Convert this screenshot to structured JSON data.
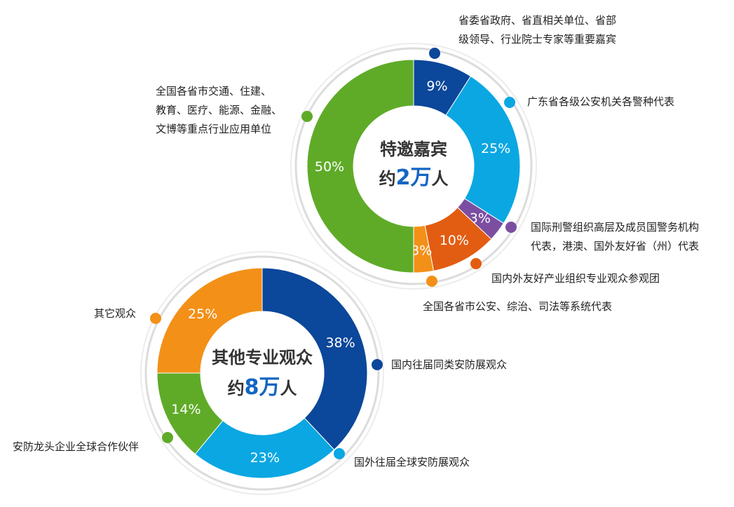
{
  "colors": {
    "navy": "#0b479a",
    "lightblue": "#0aa7e2",
    "purple": "#7b4ea1",
    "red": "#e25d12",
    "orange": "#f39018",
    "green": "#5fab28",
    "accent_number": "#1466c3"
  },
  "chart_data": [
    {
      "type": "pie",
      "variant": "donut",
      "center_title": "特邀嘉宾",
      "center_prefix": "约",
      "center_number": "2万",
      "center_suffix": "人",
      "series": [
        {
          "label": "省委省政府、省直相关单位、省部级领导、行业院士专家等重要嘉宾",
          "value": 9,
          "color": "navy"
        },
        {
          "label": "广东省各级公安机关各警种代表",
          "value": 25,
          "color": "lightblue"
        },
        {
          "label": "国际刑警组织高层及成员国警务机构代表，港澳、国外友好省（州）代表",
          "value": 3,
          "color": "purple"
        },
        {
          "label": "国内外友好产业组织专业观众参观团",
          "value": 10,
          "color": "red"
        },
        {
          "label": "全国各省市公安、综治、司法等系统代表",
          "value": 3,
          "color": "orange"
        },
        {
          "label": "全国各省市交通、住建、教育、医疗、能源、金融、文博等重点行业应用单位",
          "value": 50,
          "color": "green"
        }
      ]
    },
    {
      "type": "pie",
      "variant": "donut",
      "center_title": "其他专业观众",
      "center_prefix": "约",
      "center_number": "8万",
      "center_suffix": "人",
      "series": [
        {
          "label": "国内往届同类安防展观众",
          "value": 38,
          "color": "navy"
        },
        {
          "label": "国外往届全球安防展观众",
          "value": 23,
          "color": "lightblue"
        },
        {
          "label": "安防龙头企业全球合作伙伴",
          "value": 14,
          "color": "green"
        },
        {
          "label": "其它观众",
          "value": 25,
          "color": "orange"
        }
      ]
    }
  ],
  "labels": {
    "c1_navy_line1": "省委省政府、省直相关单位、省部",
    "c1_navy_line2": "级领导、行业院士专家等重要嘉宾",
    "c1_lightblue": "广东省各级公安机关各警种代表",
    "c1_purple_line1": "国际刑警组织高层及成员国警务机构",
    "c1_purple_line2": "代表，港澳、国外友好省（州）代表",
    "c1_red": "国内外友好产业组织专业观众参观团",
    "c1_orange": "全国各省市公安、综治、司法等系统代表",
    "c1_green_line1": "全国各省市交通、住建、",
    "c1_green_line2": "教育、医疗、能源、金融、",
    "c1_green_line3": "文博等重点行业应用单位",
    "c2_navy": "国内往届同类安防展观众",
    "c2_lightblue": "国外往届全球安防展观众",
    "c2_green": "安防龙头企业全球合作伙伴",
    "c2_orange": "其它观众"
  }
}
